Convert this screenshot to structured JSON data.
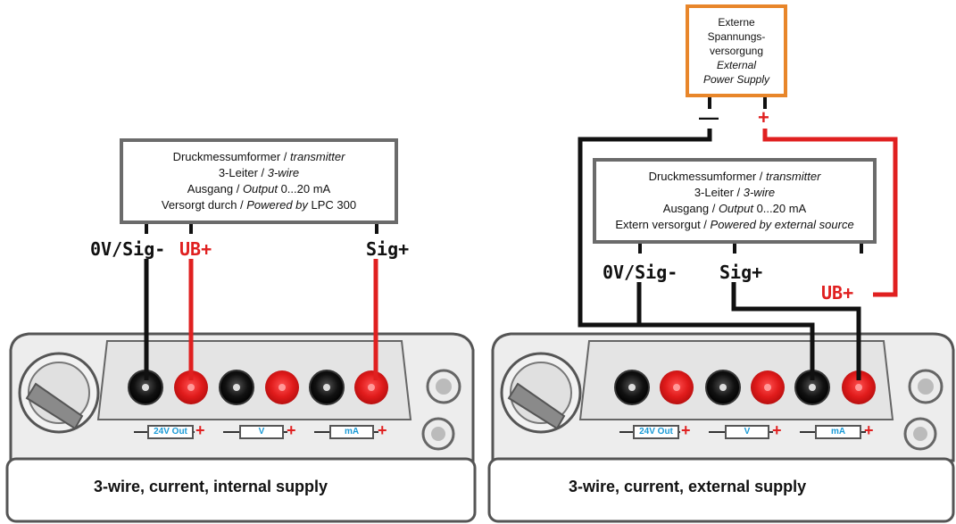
{
  "left_panel": {
    "transmitter": {
      "line1_de": "Druckmessumformer / ",
      "line1_en": "transmitter",
      "line2_de": "3-Leiter / ",
      "line2_en": "3-wire",
      "line3_de": "Ausgang / ",
      "line3_en": "Output",
      "line3_range": " 0...20 mA",
      "line4_de": "Versorgt durch / ",
      "line4_en": "Powered by",
      "line4_dev": " LPC 300"
    },
    "labels": {
      "zero_sig": "0V/Sig-",
      "ub_plus": "UB+",
      "sig_plus": "Sig+"
    },
    "caption": "3-wire, current, internal supply"
  },
  "right_panel": {
    "power_supply": {
      "line1": "Externe",
      "line2": "Spannungs-",
      "line3": "versorgung",
      "line4": "External",
      "line5": "Power Supply",
      "minus": "—",
      "plus": "+"
    },
    "transmitter": {
      "line1_de": "Druckmessumformer / ",
      "line1_en": "transmitter",
      "line2_de": "3-Leiter / ",
      "line2_en": "3-wire",
      "line3_de": "Ausgang / ",
      "line3_en": "Output",
      "line3_range": " 0...20 mA",
      "line4_de": "Extern versorgut / ",
      "line4_en": "Powered by external source"
    },
    "labels": {
      "zero_sig": "0V/Sig-",
      "sig_plus": "Sig+",
      "ub_plus": "UB+"
    },
    "caption": "3-wire, current, external supply"
  },
  "device_tags": {
    "out24": "24V Out",
    "volt": "V",
    "ma": "mA",
    "plus": "+"
  },
  "colors": {
    "wire_black": "#111111",
    "wire_red": "#e02020",
    "box_border": "#6b6b6b",
    "supply_border": "#e8862a",
    "tag_text": "#1a9ad6"
  }
}
